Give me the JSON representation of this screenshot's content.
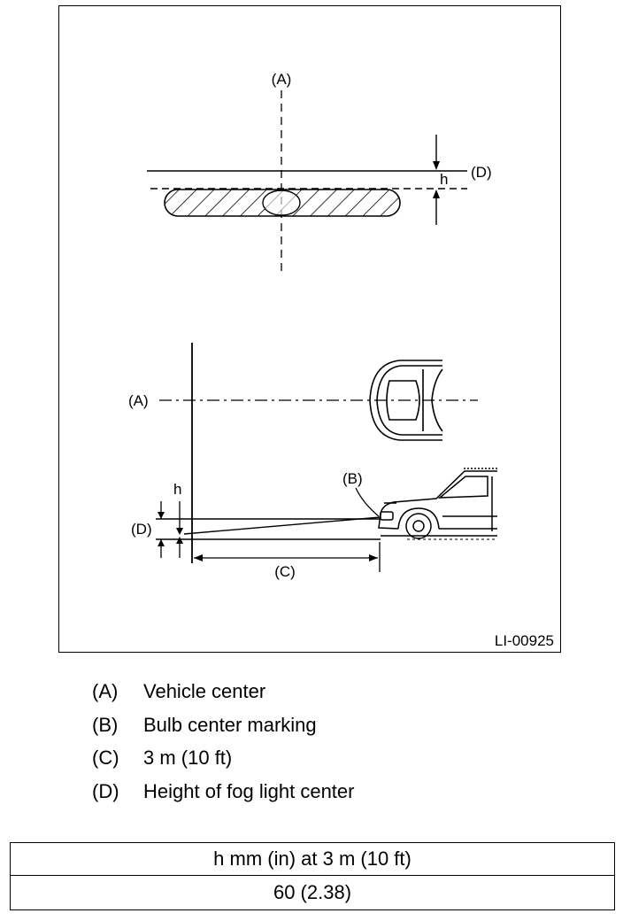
{
  "figure": {
    "id": "LI-00925",
    "labels": {
      "A": "(A)",
      "B": "(B)",
      "C": "(C)",
      "D": "(D)",
      "h": "h"
    }
  },
  "legend": [
    {
      "key": "(A)",
      "text": "Vehicle center"
    },
    {
      "key": "(B)",
      "text": "Bulb center marking"
    },
    {
      "key": "(C)",
      "text": "3 m (10 ft)"
    },
    {
      "key": "(D)",
      "text": "Height of fog light center"
    }
  ],
  "spec_table": {
    "header": "h mm (in) at 3 m (10 ft)",
    "value": "60 (2.38)"
  }
}
